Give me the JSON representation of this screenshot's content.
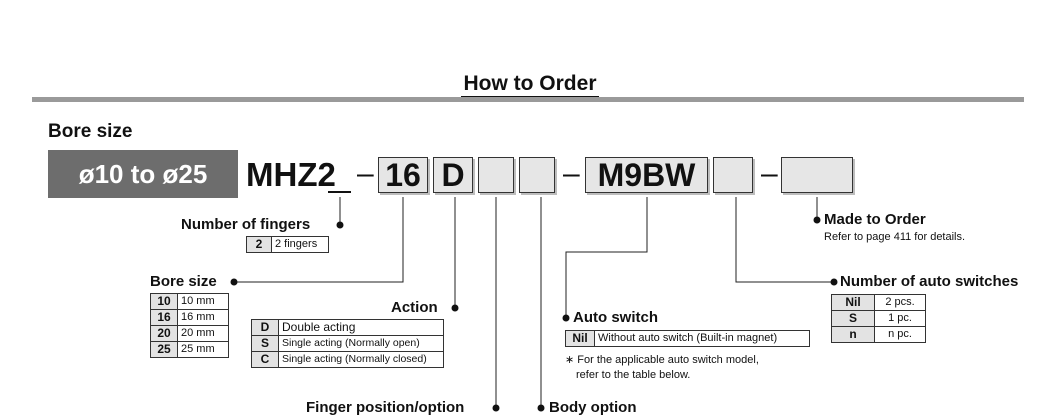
{
  "title": "How to Order",
  "series_label": "Bore size",
  "series_range": "ø10 to ø25",
  "code": {
    "model": "MHZ2",
    "dash1": "–",
    "bore": "16",
    "action": "D",
    "dash2": "–",
    "switch": "M9BW",
    "dash3": "–"
  },
  "number_of_fingers": {
    "label": "Number of fingers",
    "rows": [
      {
        "key": "2",
        "desc": "2 fingers"
      }
    ]
  },
  "bore_size": {
    "label": "Bore size",
    "rows": [
      {
        "key": "10",
        "desc": "10 mm"
      },
      {
        "key": "16",
        "desc": "16 mm"
      },
      {
        "key": "20",
        "desc": "20 mm"
      },
      {
        "key": "25",
        "desc": "25 mm"
      }
    ]
  },
  "action": {
    "label": "Action",
    "rows": [
      {
        "key": "D",
        "desc": "Double acting"
      },
      {
        "key": "S",
        "desc": "Single acting (Normally open)"
      },
      {
        "key": "C",
        "desc": "Single acting (Normally closed)"
      }
    ]
  },
  "auto_switch": {
    "label": "Auto switch",
    "rows": [
      {
        "key": "Nil",
        "desc": "Without auto switch (Built-in magnet)"
      }
    ],
    "note_line1": "∗ For the applicable auto switch model,",
    "note_line2": "refer to the table below."
  },
  "made_to_order": {
    "label": "Made to Order",
    "note": "Refer to page 411 for details."
  },
  "number_of_auto_switches": {
    "label": "Number of auto switches",
    "rows": [
      {
        "key": "Nil",
        "desc": "2 pcs."
      },
      {
        "key": "S",
        "desc": "1 pc."
      },
      {
        "key": "n",
        "desc": "n pc."
      }
    ]
  },
  "finger_position_label": "Finger position/option",
  "body_option_label": "Body option"
}
